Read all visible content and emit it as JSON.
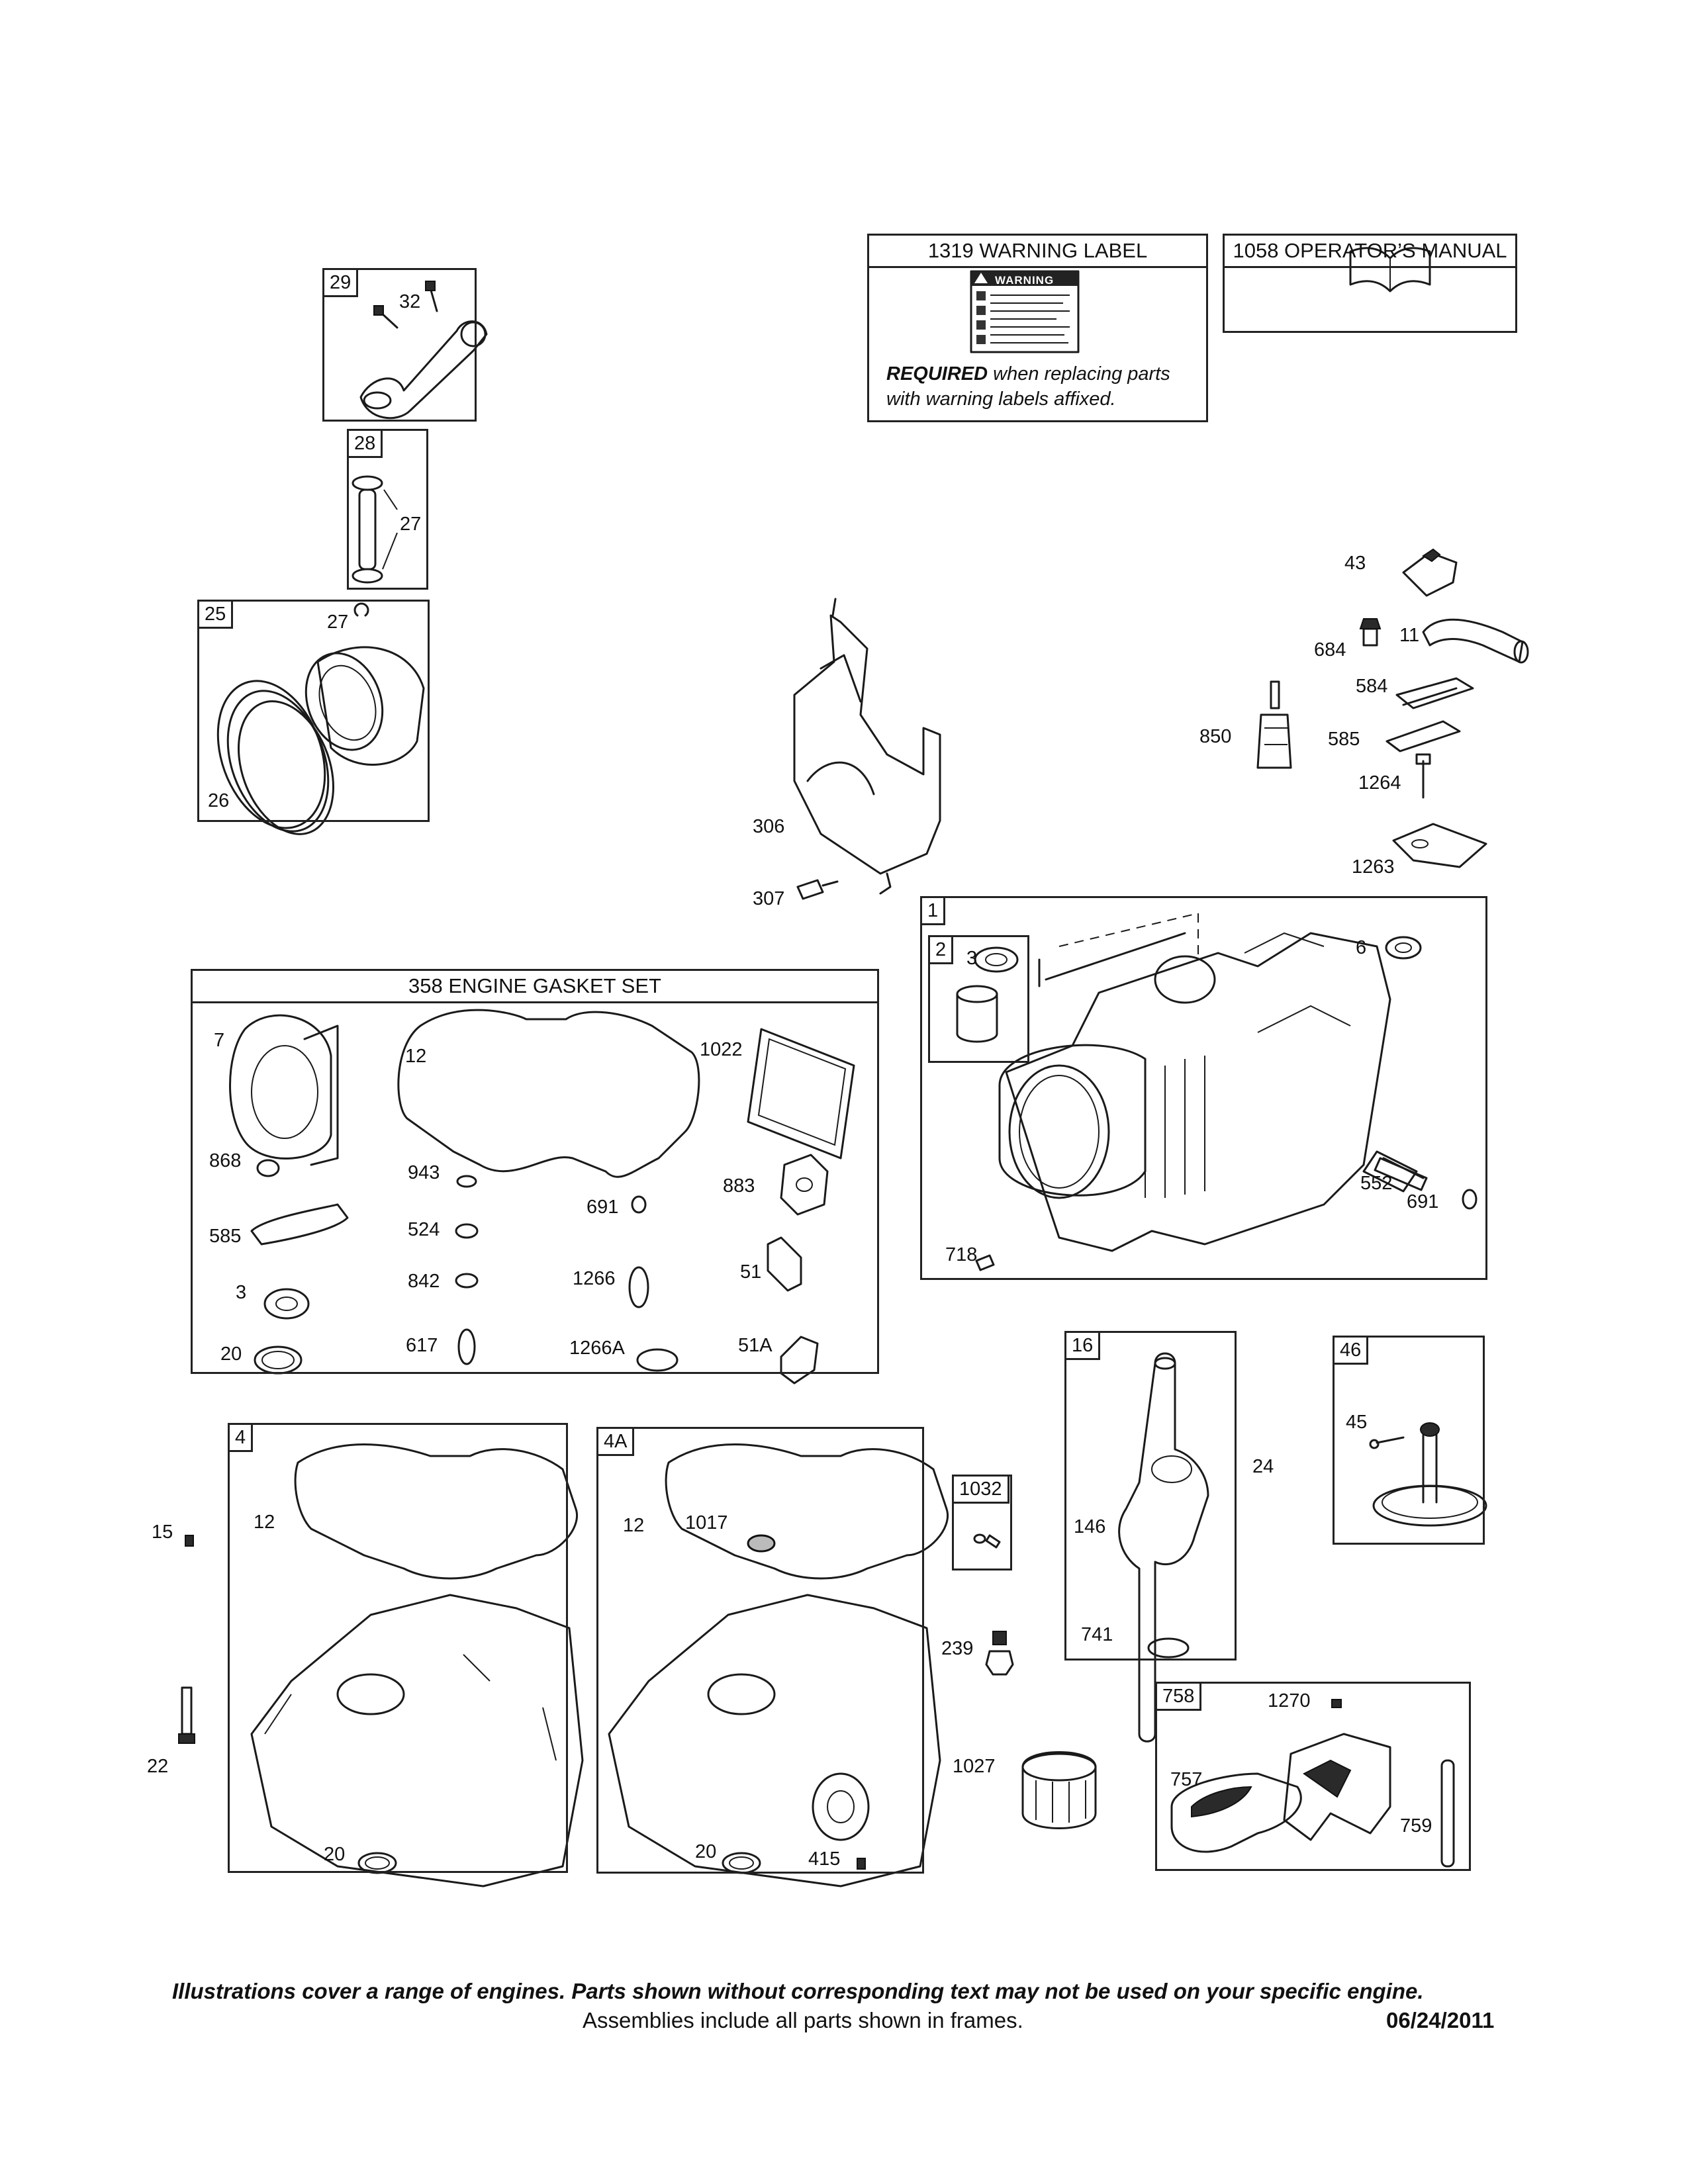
{
  "warning_box": {
    "header": "1319 WARNING LABEL",
    "label_title": "WARNING",
    "required": "REQUIRED",
    "text_rest": " when replacing parts",
    "text_line2": "with warning labels affixed."
  },
  "manual_box": {
    "header": "1058 OPERATOR’S MANUAL"
  },
  "gasket_set": {
    "header": "358 ENGINE GASKET SET"
  },
  "frame_tags": {
    "f29": "29",
    "f28": "28",
    "f25": "25",
    "f1": "1",
    "f2": "2",
    "f16": "16",
    "f46": "46",
    "f4": "4",
    "f4a": "4A",
    "f1032": "1032",
    "f758": "758"
  },
  "labels": {
    "p32": "32",
    "p27a": "27",
    "p27b": "27",
    "p26": "26",
    "p43": "43",
    "p684": "684",
    "p11": "11",
    "p584": "584",
    "p850": "850",
    "p585": "585",
    "p1264": "1264",
    "p1263": "1263",
    "p306": "306",
    "p307": "307",
    "p3": "3",
    "p6": "6",
    "p552": "552",
    "p691": "691",
    "p718": "718",
    "g7": "7",
    "g12": "12",
    "g1022": "1022",
    "g868": "868",
    "g943": "943",
    "g883": "883",
    "g691": "691",
    "g585": "585",
    "g524": "524",
    "g3": "3",
    "g842": "842",
    "g1266": "1266",
    "g51": "51",
    "g20": "20",
    "g617": "617",
    "g1266a": "1266A",
    "g51a": "51A",
    "p24": "24",
    "p45": "45",
    "p146": "146",
    "p741": "741",
    "p15": "15",
    "p22": "22",
    "c12": "12",
    "c20": "20",
    "d12": "12",
    "d1017": "1017",
    "d20": "20",
    "d415": "415",
    "p239": "239",
    "p1027": "1027",
    "p1270": "1270",
    "p757": "757",
    "p759": "759"
  },
  "footer": {
    "line1": "Illustrations cover a range of engines. Parts shown without corresponding text may not be used on your specific engine.",
    "line2": "Assemblies include all parts shown in frames.",
    "date": "06/24/2011"
  }
}
